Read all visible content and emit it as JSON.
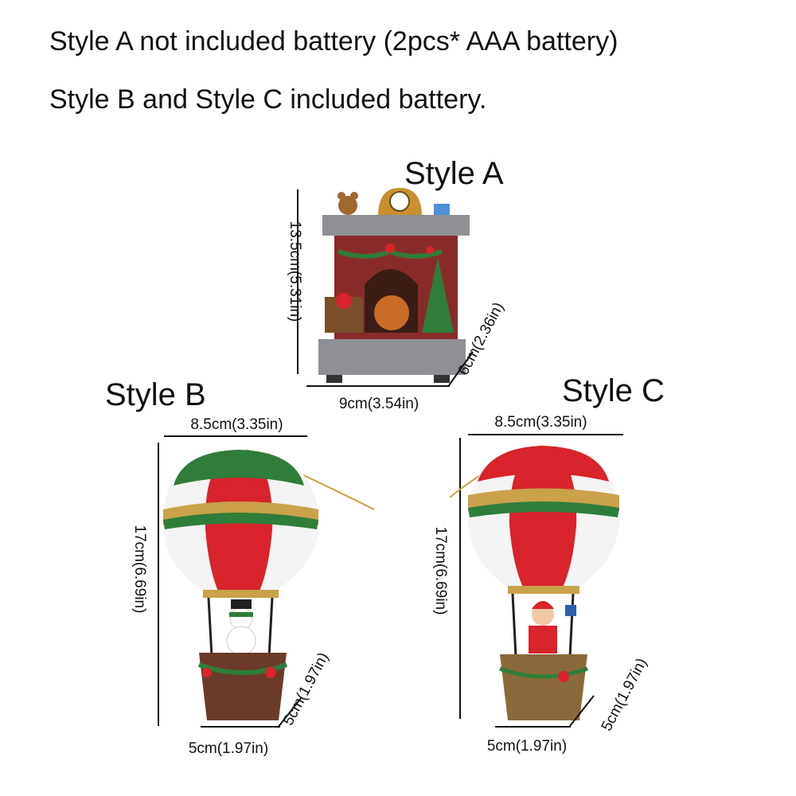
{
  "notes": {
    "line1": "Style A not included battery (2pcs* AAA battery)",
    "line2": "Style B and Style C included battery."
  },
  "style_a": {
    "title": "Style A",
    "height": "13.5cm(5.31in)",
    "width": "9cm(3.54in)",
    "depth": "6cm(2.36in)",
    "product": "fireplace-figurine"
  },
  "style_b": {
    "title": "Style B",
    "top_width": "8.5cm(3.35in)",
    "height": "17cm(6.69in)",
    "base_width": "5cm(1.97in)",
    "base_depth": "5cm(1.97in)",
    "product": "hot-air-balloon-snowman"
  },
  "style_c": {
    "title": "Style C",
    "top_width": "8.5cm(3.35in)",
    "height": "17cm(6.69in)",
    "base_width": "5cm(1.97in)",
    "base_depth": "5cm(1.97in)",
    "product": "hot-air-balloon-santa"
  },
  "colors": {
    "balloon_red": "#d8242a",
    "balloon_white": "#f4f4f4",
    "balloon_green": "#2f7d3a",
    "gold": "#c9a24a",
    "fireplace_grey": "#8e9095",
    "brick": "#8a2b2b",
    "basket_brown": "#6b4a2b"
  }
}
